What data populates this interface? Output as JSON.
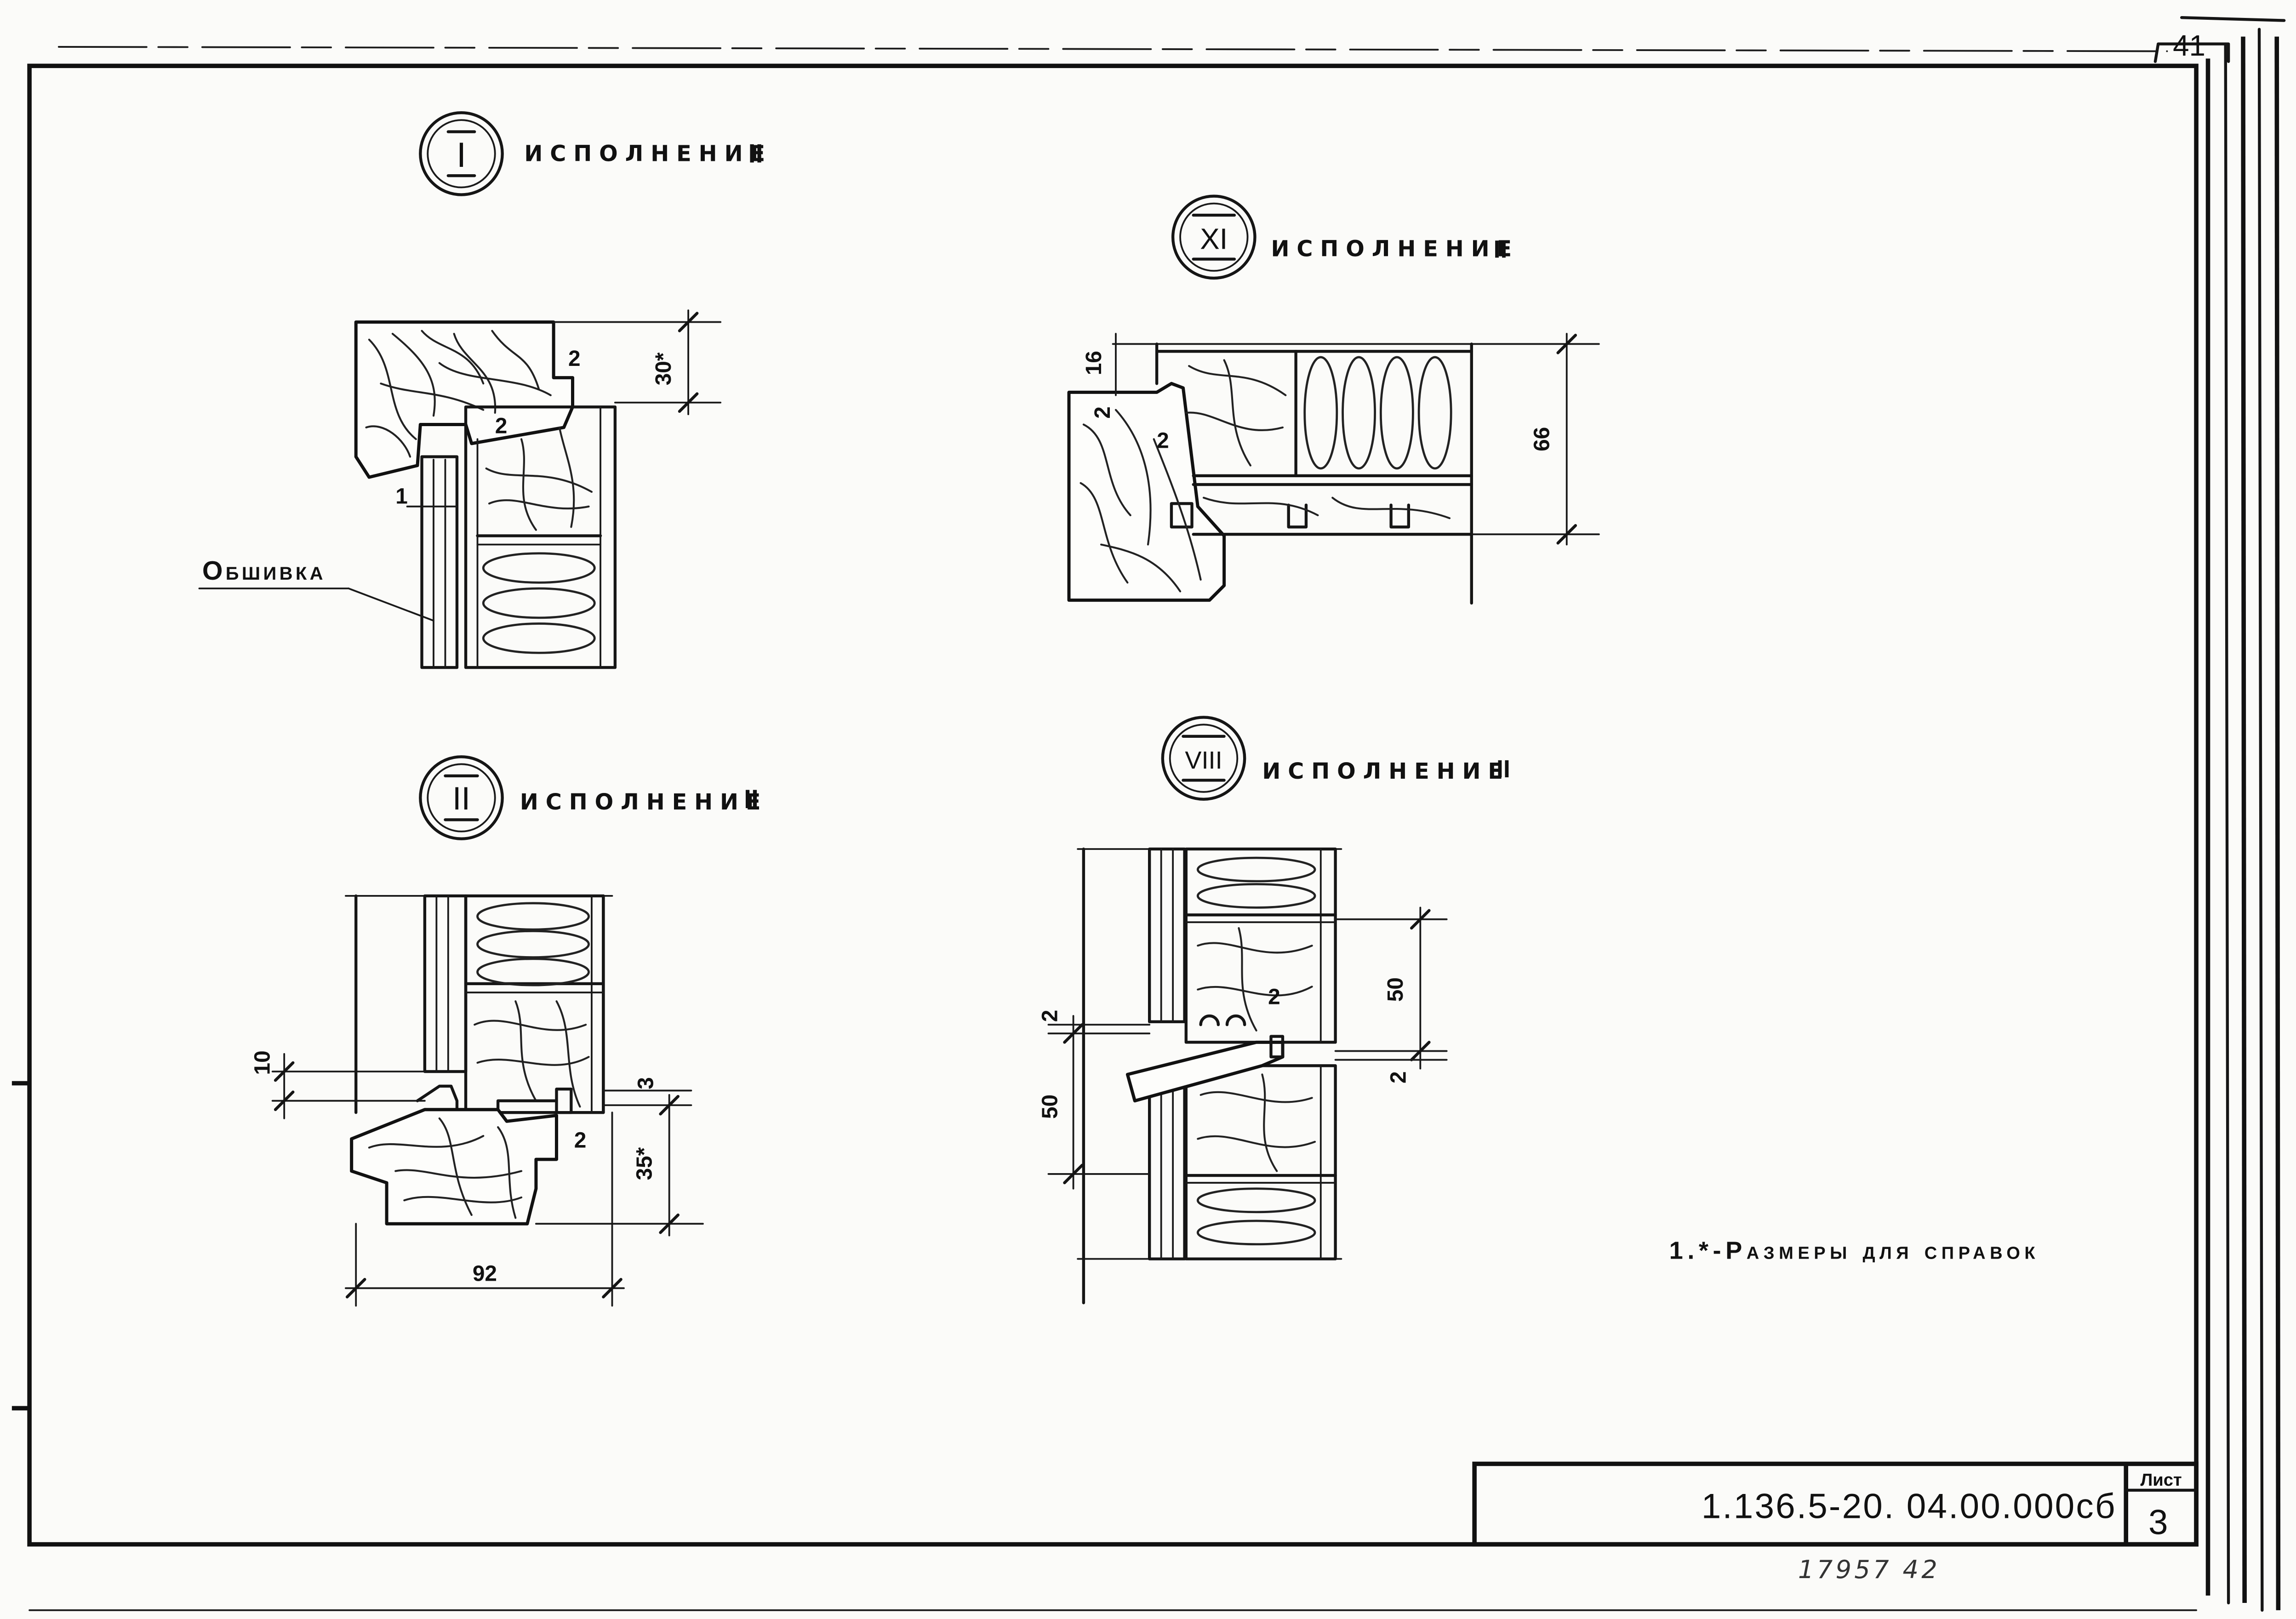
{
  "sheet": {
    "page_number": "41",
    "note": "1.*-Размеры для справок",
    "handwritten": "17957  42"
  },
  "title_block": {
    "code": "1.136.5-20. 04.00.000сб",
    "sheet_label": "Лист",
    "sheet_number": "3"
  },
  "details": {
    "d1": {
      "id": "I",
      "label": "ИСПОЛНЕНИЕ",
      "variant": "II",
      "cladding_label": "Обшивка",
      "dims": {
        "gap": "2",
        "height": "30*",
        "offset": "1",
        "seal": "2"
      }
    },
    "d11": {
      "id": "XI",
      "label": "ИСПОЛНЕНИЕ",
      "variant": "II",
      "dims": {
        "top": "16",
        "gap_a": "2",
        "gap_b": "2",
        "thickness": "66"
      }
    },
    "d2": {
      "id": "II",
      "label": "ИСПОЛНЕНИЕ",
      "variant": "II",
      "dims": {
        "step": "10",
        "gap": "3",
        "seal": "2",
        "height": "35*",
        "width": "92"
      }
    },
    "d8": {
      "id": "VIII",
      "label": "ИСПОЛНЕНИЕ",
      "variant": "II",
      "dims": {
        "upper": "50",
        "gap_right": "2",
        "seal": "2",
        "lower": "50",
        "gap_left": "2"
      }
    }
  }
}
